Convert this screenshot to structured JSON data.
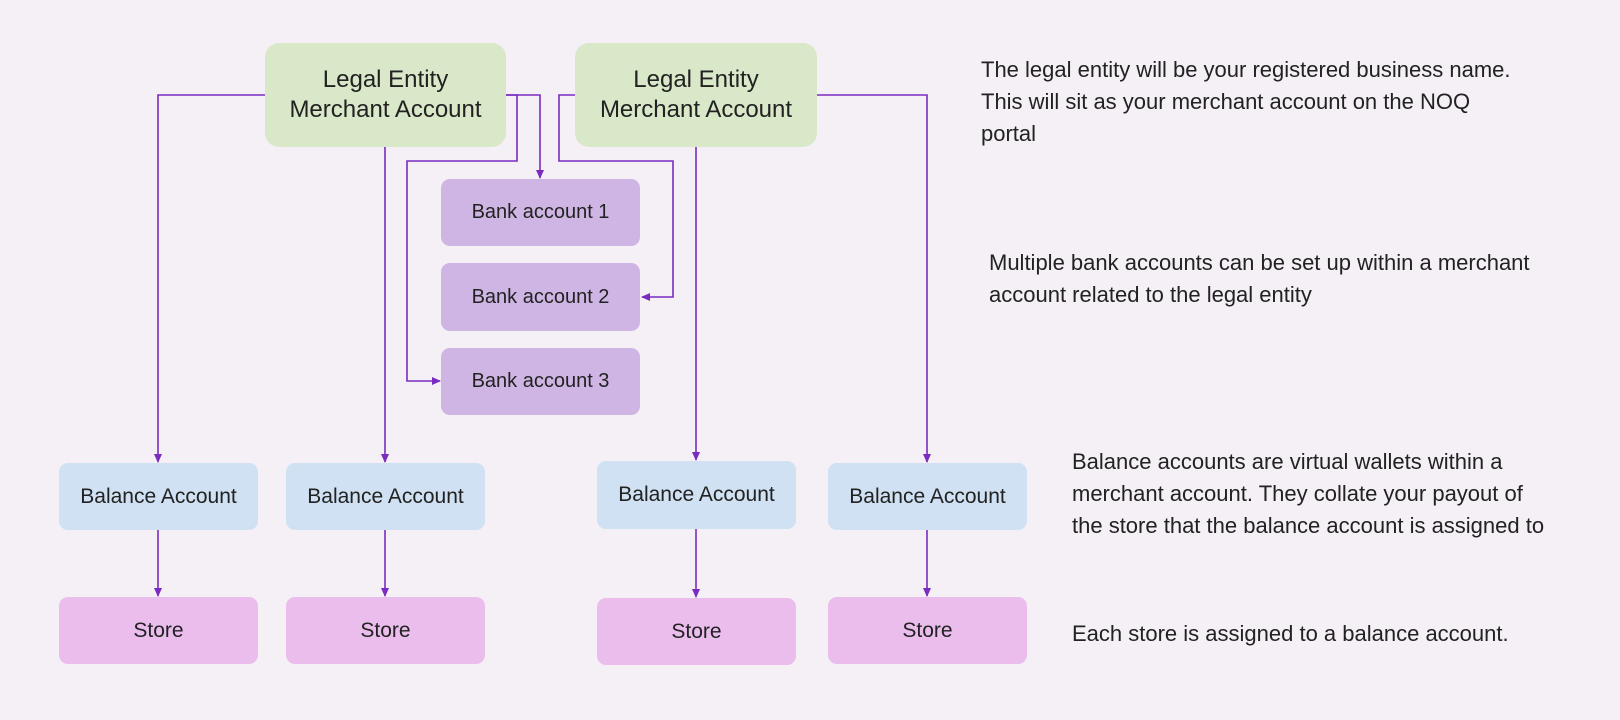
{
  "colors": {
    "background": "#f5eff6",
    "legal_entity": "#d8e8c8",
    "bank_account": "#cfb5e4",
    "balance_account": "#cfe1f2",
    "store": "#ebbded",
    "connector": "#7a2cc0"
  },
  "legal_entities": [
    {
      "line1": "Legal Entity",
      "line2": "Merchant Account"
    },
    {
      "line1": "Legal Entity",
      "line2": "Merchant Account"
    }
  ],
  "bank_accounts": [
    {
      "label": "Bank account 1"
    },
    {
      "label": "Bank account 2"
    },
    {
      "label": "Bank account 3"
    }
  ],
  "balance_accounts": [
    {
      "label": "Balance Account"
    },
    {
      "label": "Balance Account"
    },
    {
      "label": "Balance Account"
    },
    {
      "label": "Balance Account"
    }
  ],
  "stores": [
    {
      "label": "Store"
    },
    {
      "label": "Store"
    },
    {
      "label": "Store"
    },
    {
      "label": "Store"
    }
  ],
  "notes": {
    "legal_entity": [
      "The legal entity will be your registered business name.",
      "This will sit as your merchant account on the NOQ",
      "portal"
    ],
    "bank_accounts": [
      "Multiple bank accounts can be set up within a merchant",
      "account related to the legal entity"
    ],
    "balance_accounts": [
      "Balance accounts are virtual wallets within a",
      "merchant account. They collate your payout of",
      "the store that the balance account is assigned to"
    ],
    "stores": [
      "Each store is assigned to a balance account."
    ]
  }
}
